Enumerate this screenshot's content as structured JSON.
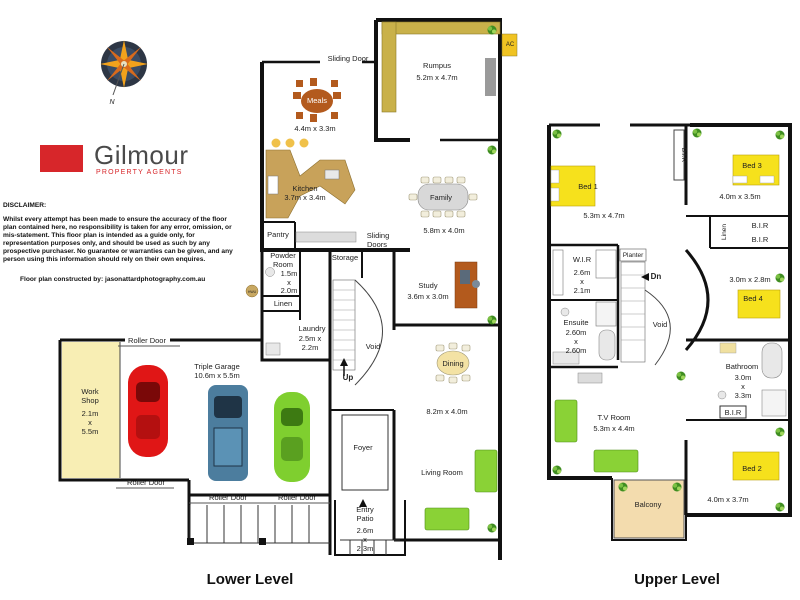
{
  "brand": {
    "name": "Gilmour",
    "subtitle": "PROPERTY AGENTS"
  },
  "compass": {
    "label": "N"
  },
  "disclaimer": {
    "heading": "DISCLAIMER:",
    "body": "Whilst every attempt has been made to ensure the accuracy of the floor plan contained here, no responsibility is taken for any error, omission, or mis-statement. This floor plan is intended as a guide only, for representation purposes only, and should be used as such by any prospective purchaser. No guarantee or warranties can be given, and any person using this information should rely on their own enquires."
  },
  "credit": "Floor plan constructed by:  jasonattardphotography.com.au",
  "levels": {
    "lower": "Lower Level",
    "upper": "Upper Level"
  },
  "lower": {
    "sliding_door": "Sliding Door",
    "ac": "AC",
    "rumpus": {
      "name": "Rumpus",
      "size": "5.2m x 4.7m"
    },
    "meals": {
      "name": "Meals",
      "size": "4.4m x 3.3m"
    },
    "kitchen": {
      "name": "Kitchen",
      "size": "3.7m x 3.4m"
    },
    "family": {
      "name": "Family",
      "size": "5.8m x 4.0m"
    },
    "pantry": "Pantry",
    "sliding_doors": {
      "line1": "Sliding",
      "line2": "Doors"
    },
    "powder": {
      "name1": "Powder",
      "name2": "Room",
      "size1": "1.5m",
      "size2": "x",
      "size3": "2.0m"
    },
    "storage": "Storage",
    "study": {
      "name": "Study",
      "size": "3.6m x 3.0m"
    },
    "hwu": "HWU",
    "linen": "Linen",
    "laundry": {
      "name": "Laundry",
      "size1": "2.5m x",
      "size2": "2.2m"
    },
    "void": "Void",
    "up": "Up",
    "dining": "Dining",
    "garage": {
      "name": "Triple Garage",
      "size": "10.6m x 5.5m"
    },
    "roller_top": "Roller Door",
    "workshop": {
      "name1": "Work",
      "name2": "Shop",
      "size1": "2.1m",
      "size2": "x",
      "size3": "5.5m"
    },
    "living": {
      "size": "8.2m x 4.0m",
      "name": "Living Room"
    },
    "foyer": "Foyer",
    "roller_bottom": [
      "Roller Door",
      "Roller Door",
      "Roller Door"
    ],
    "entry": {
      "name1": "Entry",
      "name2": "Patio",
      "size1": "2.6m",
      "size2": "x",
      "size3": "2.3m"
    }
  },
  "upper": {
    "bir1": "B.I.R",
    "bed1": {
      "name": "Bed 1",
      "size": "5.3m x 4.7m"
    },
    "bed3": {
      "name": "Bed 3",
      "size": "4.0m x 3.5m"
    },
    "linen": "Linen",
    "bir2": "B.I.R",
    "bir3": "B.I.R",
    "wir": {
      "name": "W.I.R",
      "size1": "2.6m",
      "size2": "x",
      "size3": "2.1m"
    },
    "planter": "Planter",
    "dn": "Dn",
    "bed4_size": "3.0m x 2.8m",
    "bed4": "Bed 4",
    "ensuite": {
      "name": "Ensuite",
      "size1": "2.60m",
      "size2": "x",
      "size3": "2.60m"
    },
    "void": "Void",
    "bathroom": {
      "name": "Bathroom",
      "size1": "3.0m",
      "size2": "x",
      "size3": "3.3m"
    },
    "bir4": "B.I.R",
    "tv": {
      "name": "T.V Room",
      "size": "5.3m x 4.4m"
    },
    "bed2": {
      "name": "Bed 2",
      "size": "4.0m x 3.7m"
    },
    "balcony": "Balcony"
  },
  "colors": {
    "bed": "#f6e11c",
    "workshop": "#f8eeb4",
    "balcony": "#f3dcae",
    "kitchen_bench": "#c8a25a",
    "meals_table": "#b35a1d",
    "sofa": "#c9b14a",
    "plant": "#5aa02c",
    "green_furniture": "#8ad236",
    "car_red": "#e01616",
    "car_blue": "#4c7d9e",
    "car_green": "#7fcf2f",
    "brand_red": "#d7262a"
  }
}
